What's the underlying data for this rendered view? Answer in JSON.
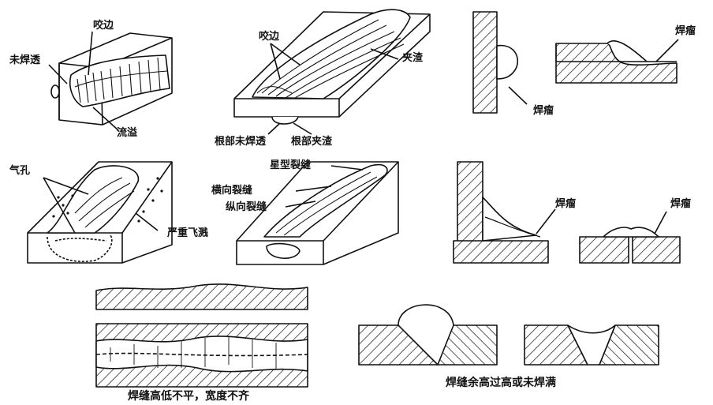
{
  "labels": {
    "undercut_a": "咬边",
    "lack_of_penetration": "未焊透",
    "overflow": "流溢",
    "undercut_b": "咬边",
    "slag_inclusion": "夹渣",
    "root_lack_of_penetration": "根部未焊透",
    "root_slag_inclusion": "根部夹渣",
    "weld_beading_1": "焊瘤",
    "weld_beading_2": "焊瘤",
    "weld_beading_3": "焊瘤",
    "weld_beading_4": "焊瘤",
    "porosity": "气孔",
    "severe_spatter": "严重飞溅",
    "star_crack": "星型裂缝",
    "transverse_crack": "横向裂缝",
    "longitudinal_crack": "纵向裂缝",
    "caption_uneven": "焊缝高低不平，宽度不齐",
    "caption_reinforcement": "焊缝余高过高或未焊满"
  }
}
